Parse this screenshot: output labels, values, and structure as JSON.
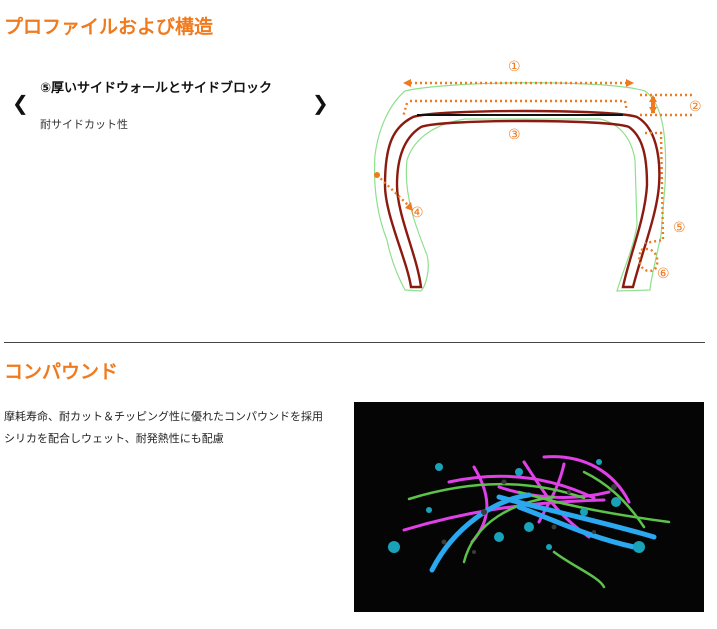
{
  "profile": {
    "title": "プロファイルおよび構造",
    "slide": {
      "title": "⑤厚いサイドウォールとサイドブロック",
      "description": "耐サイドカット性",
      "prev_icon": "❮",
      "next_icon": "❯"
    },
    "diagram": {
      "labels": [
        "①",
        "②",
        "③",
        "④",
        "⑤",
        "⑥"
      ],
      "colors": {
        "accent": "#f07a1e",
        "casing": "#8b1a10",
        "outline": "#8ee08e"
      }
    }
  },
  "compound": {
    "title": "コンパウンド",
    "lines": [
      "摩耗寿命、耐カット＆チッピング性に優れたコンパウンドを採用",
      "シリカを配合しウェット、耐発熱性にも配慮"
    ],
    "colors": {
      "magenta": "#e040e8",
      "blue": "#2aa8f0",
      "green": "#5cc24a",
      "teal": "#19a3b8"
    }
  }
}
